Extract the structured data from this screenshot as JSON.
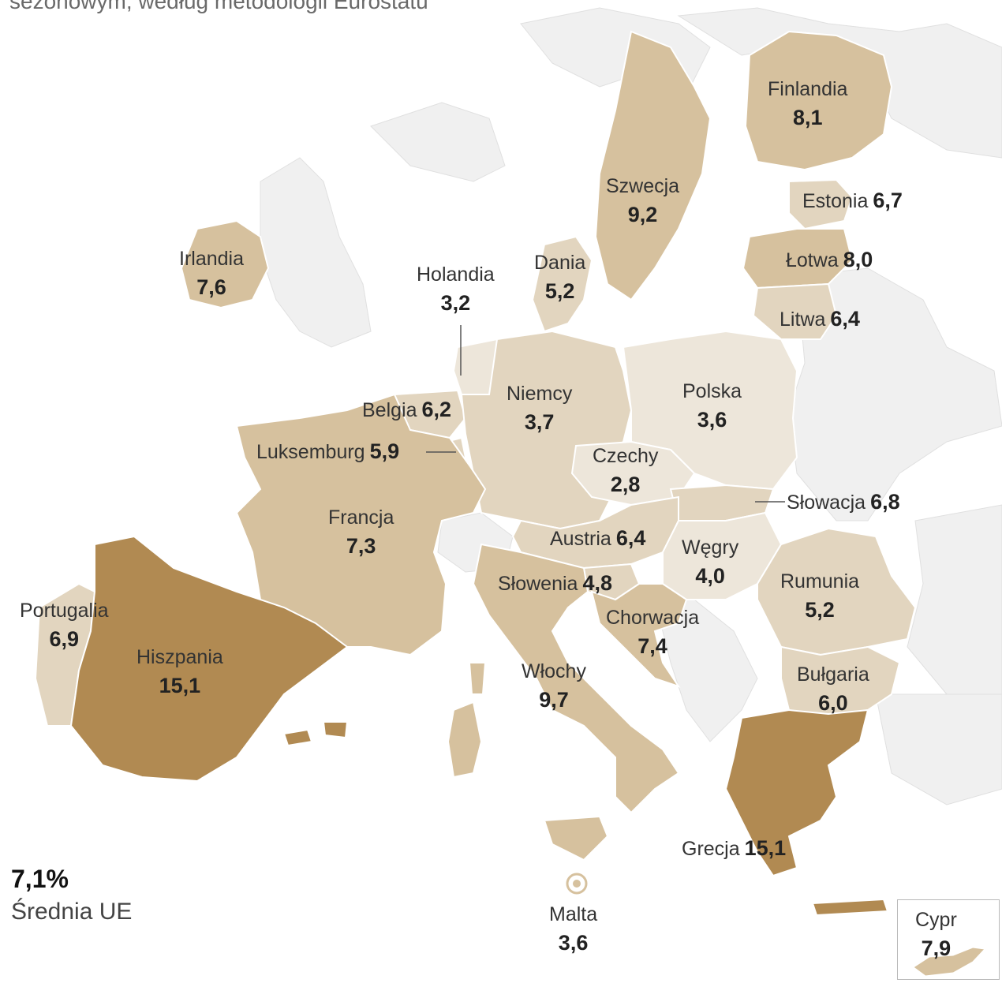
{
  "subtitle": "sezonowym, według metodologii Eurostatu",
  "average": {
    "value": "7,1%",
    "label": "Średnia UE"
  },
  "legend_colors": {
    "lightest": "#ede6da",
    "light": "#e2d5bf",
    "medium": "#d6c19e",
    "dark": "#b18a52",
    "non_eu": "#f0f0f0"
  },
  "countries": [
    {
      "name": "Finlandia",
      "value": "8,1"
    },
    {
      "name": "Szwecja",
      "value": "9,2"
    },
    {
      "name": "Estonia",
      "value": "6,7"
    },
    {
      "name": "Łotwa",
      "value": "8,0"
    },
    {
      "name": "Litwa",
      "value": "6,4"
    },
    {
      "name": "Irlandia",
      "value": "7,6"
    },
    {
      "name": "Holandia",
      "value": "3,2"
    },
    {
      "name": "Dania",
      "value": "5,2"
    },
    {
      "name": "Belgia",
      "value": "6,2"
    },
    {
      "name": "Niemcy",
      "value": "3,7"
    },
    {
      "name": "Polska",
      "value": "3,6"
    },
    {
      "name": "Luksemburg",
      "value": "5,9"
    },
    {
      "name": "Czechy",
      "value": "2,8"
    },
    {
      "name": "Słowacja",
      "value": "6,8"
    },
    {
      "name": "Francja",
      "value": "7,3"
    },
    {
      "name": "Austria",
      "value": "6,4"
    },
    {
      "name": "Węgry",
      "value": "4,0"
    },
    {
      "name": "Rumunia",
      "value": "5,2"
    },
    {
      "name": "Słowenia",
      "value": "4,8"
    },
    {
      "name": "Portugalia",
      "value": "6,9"
    },
    {
      "name": "Chorwacja",
      "value": "7,4"
    },
    {
      "name": "Hiszpania",
      "value": "15,1"
    },
    {
      "name": "Włochy",
      "value": "9,7"
    },
    {
      "name": "Bułgaria",
      "value": "6,0"
    },
    {
      "name": "Grecja",
      "value": "15,1"
    },
    {
      "name": "Malta",
      "value": "3,6"
    },
    {
      "name": "Cypr",
      "value": "7,9"
    }
  ]
}
